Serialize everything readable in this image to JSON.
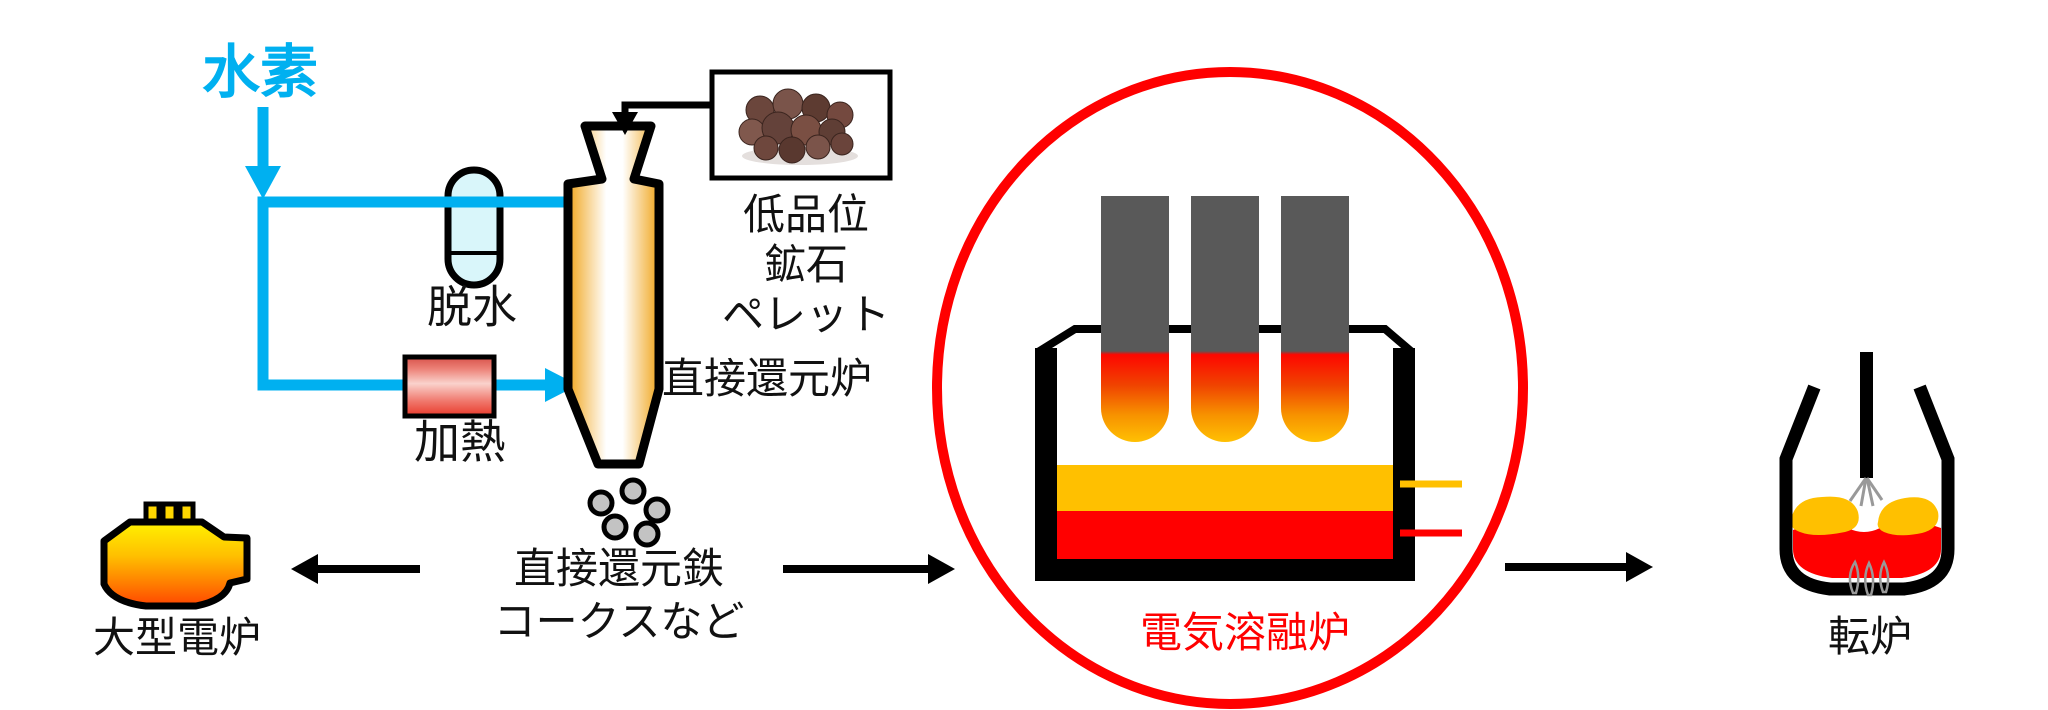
{
  "diagram": {
    "labels": {
      "hydrogen": "水素",
      "dehydration": "脱水",
      "heating": "加熱",
      "direct_reduction_furnace": "直接還元炉",
      "pellet_line1": "低品位",
      "pellet_line2": "鉱石",
      "pellet_line3": "ペレット",
      "dri_line1": "直接還元鉄",
      "dri_line2": "コークスなど",
      "large_electric_furnace": "大型電炉",
      "electric_melting_furnace": "電気溶融炉",
      "converter": "転炉"
    },
    "colors": {
      "hydrogen_cyan": "#00B0F0",
      "highlight_red": "#FF0000",
      "slag_yellow": "#FFC000",
      "molten_red": "#FF0000",
      "electrode_gray": "#595959",
      "furnace_orange": "#F0A51C",
      "heater_red": "#E93A2B",
      "capsule_cyan": "#D9F6FA",
      "pellet_brown": "#6E463E",
      "particle_gray": "#C3C3C3",
      "outline_black": "#000000"
    }
  }
}
